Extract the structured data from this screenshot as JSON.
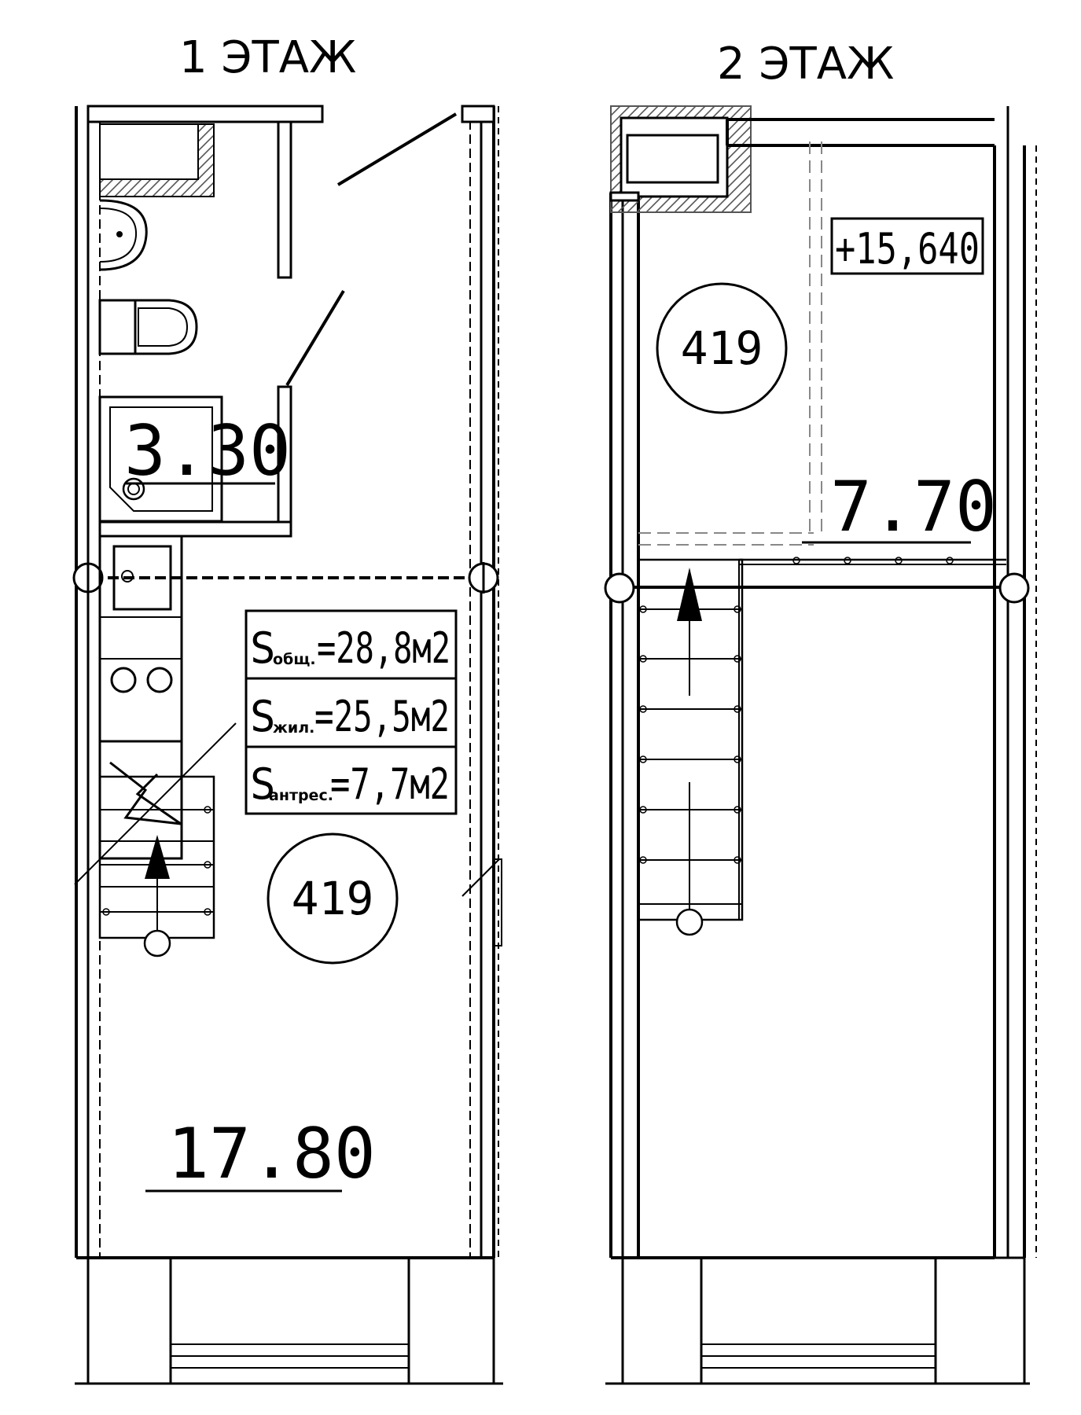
{
  "floors": [
    {
      "title": "1 ЭТАЖ"
    },
    {
      "title": "2 ЭТАЖ"
    }
  ],
  "floor1": {
    "bath_area": "3.30",
    "living_area": "17.80",
    "room_number": "419"
  },
  "floor2": {
    "mezzanine_area": "7.70",
    "room_number": "419",
    "level_mark": "+15,640"
  },
  "legend": {
    "total": {
      "s": "S",
      "sub": "общ.",
      "value": "=28,8м2"
    },
    "living": {
      "s": "S",
      "sub": "жил.",
      "value": "=25,5м2"
    },
    "mezzanine": {
      "s": "S",
      "sub": "антрес.",
      "value": "=7,7м2"
    }
  }
}
